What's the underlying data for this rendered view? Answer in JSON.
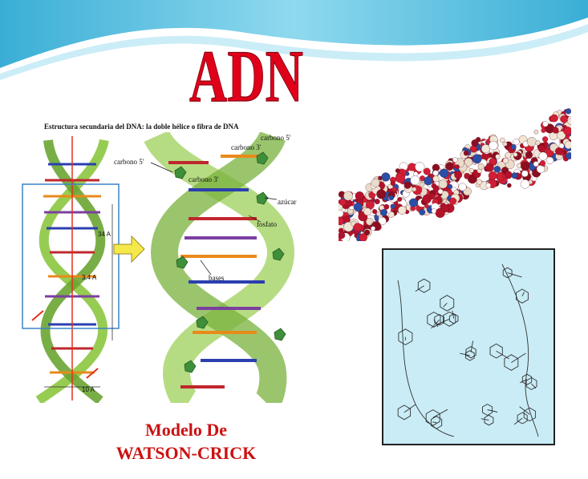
{
  "slide": {
    "title": "ADN",
    "caption_line1": "Modelo De",
    "caption_line2": "WATSON-CRICK"
  },
  "figure": {
    "header": "Estructura secundaria del DNA: la doble hélice o fibra de DNA",
    "labels": {
      "carbono5_top": "carbono 5'",
      "carbono3_top": "carbono 3'",
      "carbono5_left": "carbono 5'",
      "carbono3_mid": "carbono 3'",
      "azucar": "azúcar",
      "fosfato": "fosfato",
      "bases": "bases"
    },
    "dimensions": {
      "pitch": "34 A",
      "rise": "3.4 A",
      "width": "10 A"
    }
  },
  "colors": {
    "title_red": "#e0001a",
    "caption_red": "#cc1111",
    "wave_blue": "#5fc3e0",
    "helix_green": "#8cc63f",
    "arrow_yellow": "#f4e84b",
    "chem_bg": "#c9ecf6"
  }
}
